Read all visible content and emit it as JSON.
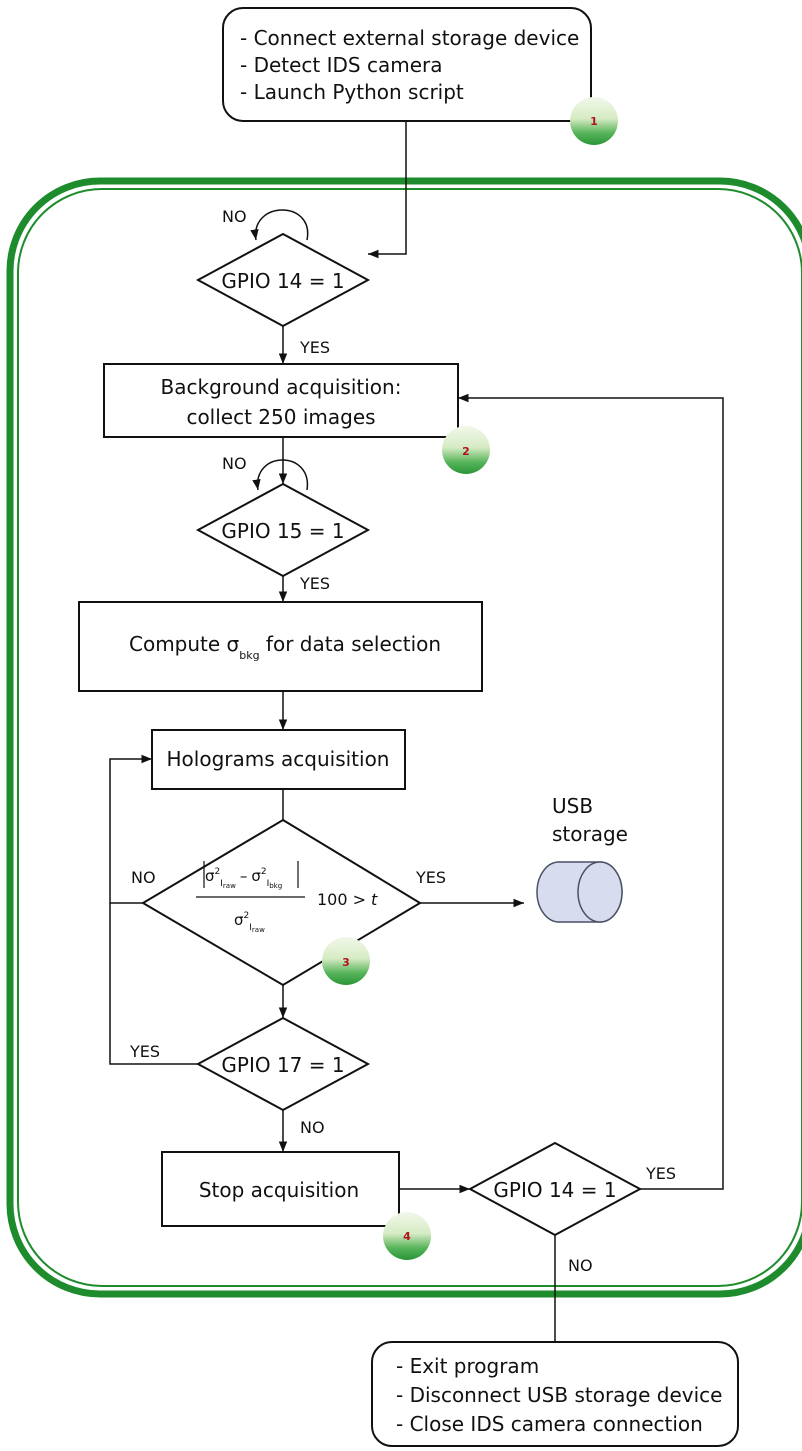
{
  "colors": {
    "frame": "#1e8c2c",
    "badge_top": "#e8f4dc",
    "badge_bottom": "#2f9c3a",
    "badge_text": "#b0141c",
    "usb_fill": "#d7dcee",
    "usb_stroke": "#4a5066"
  },
  "start_box": {
    "lines": [
      "- Connect external storage device",
      "- Detect IDS camera",
      "- Launch Python script"
    ]
  },
  "end_box": {
    "lines": [
      "- Exit program",
      "- Disconnect USB storage device",
      "- Close IDS camera connection"
    ]
  },
  "decisions": {
    "gpio14_first": "GPIO 14 = 1",
    "gpio15": "GPIO 15 = 1",
    "gpio17": "GPIO 17 = 1",
    "gpio14_second": "GPIO 14 = 1"
  },
  "processes": {
    "background_line1": "Background acquisition:",
    "background_line2": "collect 250 images",
    "compute_prefix": "Compute σ",
    "compute_sub": "bkg",
    "compute_suffix": " for data selection",
    "holograms": "Holograms acquisition",
    "stop": "Stop acquisition"
  },
  "formula": {
    "sigma": "σ",
    "sup": "2",
    "i_raw": "I",
    "raw": "raw",
    "i_bkg": "I",
    "bkg": "bkg",
    "minus": "–",
    "hundred": "100 >",
    "t": "t"
  },
  "edge_labels": {
    "no_loop_1": "NO",
    "yes_1": "YES",
    "no_loop_2": "NO",
    "yes_2": "YES",
    "no_3": "NO",
    "yes_3": "YES",
    "yes_4": "YES",
    "no_4": "NO",
    "yes_5": "YES",
    "no_5": "NO"
  },
  "storage": {
    "line1": "USB",
    "line2": "storage"
  },
  "badges": [
    "1",
    "2",
    "3",
    "4"
  ]
}
